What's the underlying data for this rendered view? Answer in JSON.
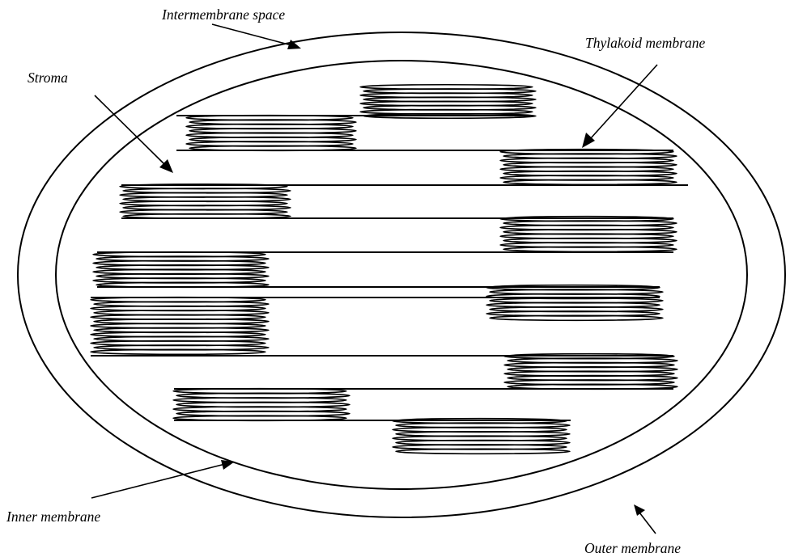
{
  "labels": {
    "intermembrane_space": "Intermembrane space",
    "thylakoid_membrane": "Thylakoid membrane",
    "stroma": "Stroma",
    "inner_membrane": "Inner membrane",
    "outer_membrane": "Outer membrane"
  }
}
